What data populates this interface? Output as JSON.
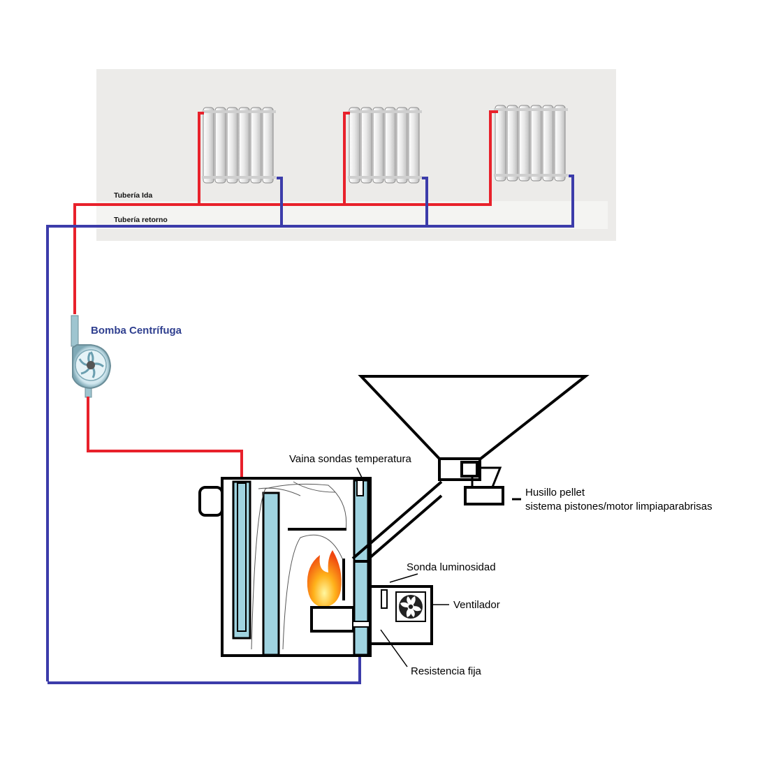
{
  "house": {
    "supply_pipe_label": "Tubería Ida",
    "return_pipe_label": "Tubería retorno"
  },
  "pump": {
    "label": "Bomba Centrífuga"
  },
  "boiler": {
    "probe_sheath_label": "Vaina sondas temperatura",
    "auger_label_line1": "Husillo pellet",
    "auger_label_line2": "sistema pistones/motor limpiaparabrisas",
    "light_sensor_label": "Sonda luminosidad",
    "fan_label": "Ventilador",
    "heater_label": "Resistencia fija"
  },
  "colors": {
    "supply": "#e8212b",
    "return": "#3c3caa",
    "water_jacket": "#9fd3e0",
    "room_background": "#ecebe9"
  },
  "icons": [
    "radiator-icon",
    "centrifugal-pump-icon",
    "fan-icon",
    "flame-icon",
    "hopper-icon"
  ]
}
